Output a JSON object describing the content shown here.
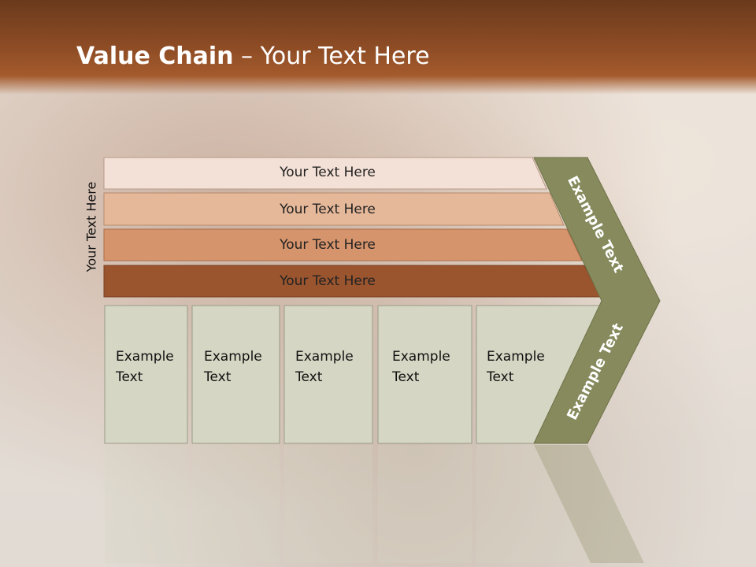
{
  "slide": {
    "title_bold": "Value Chain",
    "title_rest": " – Your Text Here",
    "vertical_label": "Your Text Here"
  },
  "bars": [
    {
      "label": "Your Text Here",
      "color": "#f3e0d6"
    },
    {
      "label": "Your Text Here",
      "color": "#e6b89a"
    },
    {
      "label": "Your Text Here",
      "color": "#d6946c"
    },
    {
      "label": "Your Text Here",
      "color": "#9a552f"
    }
  ],
  "boxes": [
    {
      "line1": "Example",
      "line2": "Text"
    },
    {
      "line1": "Example",
      "line2": "Text"
    },
    {
      "line1": "Example",
      "line2": "Text"
    },
    {
      "line1": "Example",
      "line2": "Text"
    },
    {
      "line1": "Example",
      "line2": "Text"
    }
  ],
  "chevron": {
    "top_label": "Example Text",
    "bottom_label": "Example Text",
    "color": "#868a5c"
  },
  "colors": {
    "header": "#8a4a24",
    "box_fill": "#d6d6c4",
    "box_stroke": "#9a9a88"
  }
}
